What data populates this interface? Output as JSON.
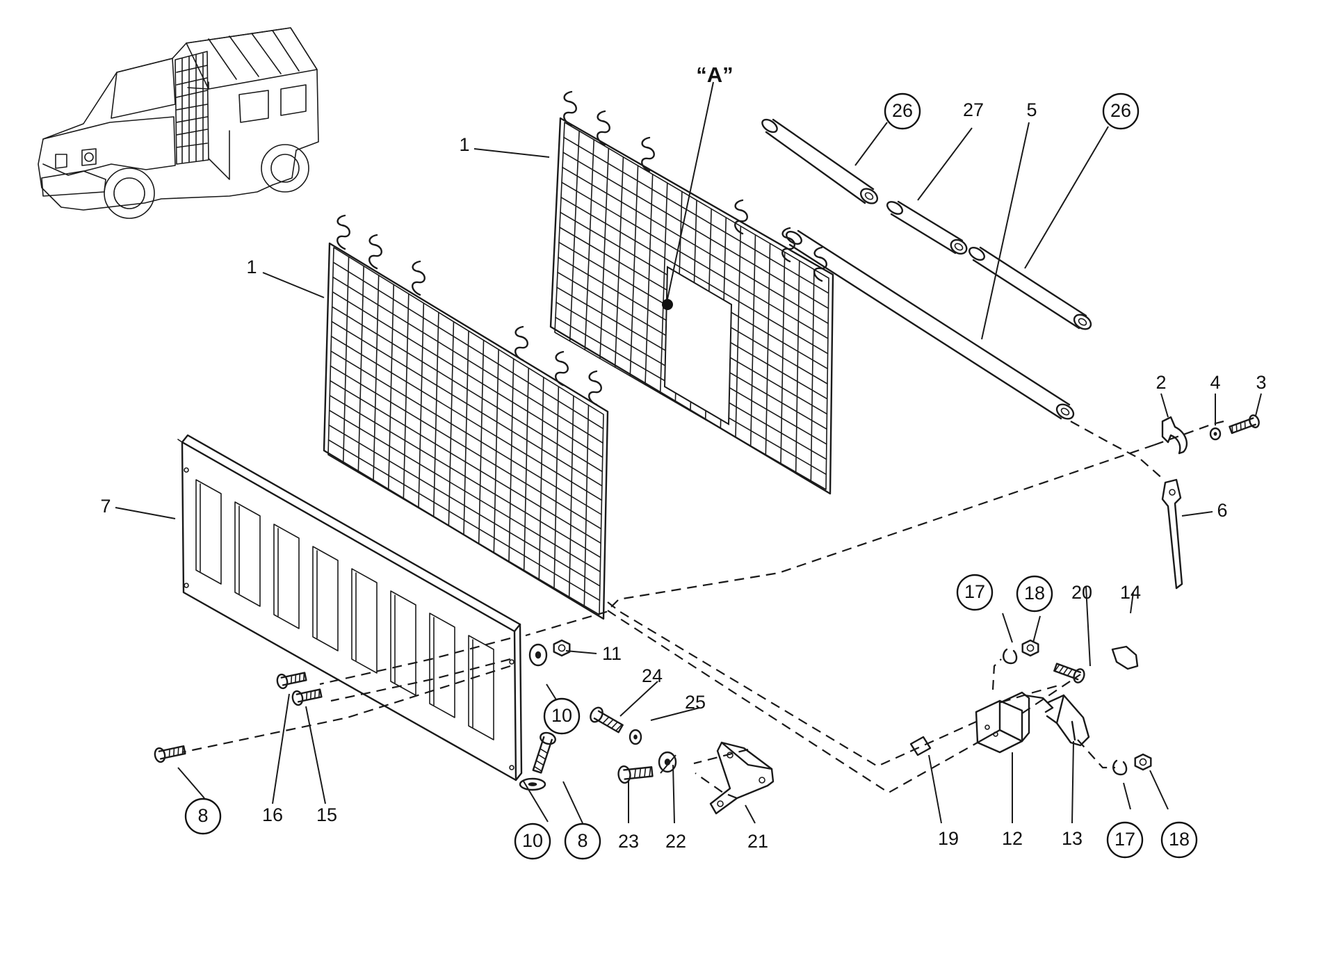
{
  "diagram": {
    "section_marker": "“A”",
    "callouts": [
      {
        "id": "c1a",
        "label": "1",
        "circled": false
      },
      {
        "id": "c1b",
        "label": "1",
        "circled": false
      },
      {
        "id": "c2",
        "label": "2",
        "circled": false
      },
      {
        "id": "c3",
        "label": "3",
        "circled": false
      },
      {
        "id": "c4",
        "label": "4",
        "circled": false
      },
      {
        "id": "c5",
        "label": "5",
        "circled": false
      },
      {
        "id": "c6",
        "label": "6",
        "circled": false
      },
      {
        "id": "c7",
        "label": "7",
        "circled": false
      },
      {
        "id": "c8a",
        "label": "8",
        "circled": true
      },
      {
        "id": "c8b",
        "label": "8",
        "circled": true
      },
      {
        "id": "c10a",
        "label": "10",
        "circled": true
      },
      {
        "id": "c10b",
        "label": "10",
        "circled": true
      },
      {
        "id": "c11",
        "label": "11",
        "circled": false
      },
      {
        "id": "c12",
        "label": "12",
        "circled": false
      },
      {
        "id": "c13",
        "label": "13",
        "circled": false
      },
      {
        "id": "c14",
        "label": "14",
        "circled": false
      },
      {
        "id": "c15",
        "label": "15",
        "circled": false
      },
      {
        "id": "c16",
        "label": "16",
        "circled": false
      },
      {
        "id": "c17a",
        "label": "17",
        "circled": true
      },
      {
        "id": "c17b",
        "label": "17",
        "circled": true
      },
      {
        "id": "c18a",
        "label": "18",
        "circled": true
      },
      {
        "id": "c18b",
        "label": "18",
        "circled": true
      },
      {
        "id": "c19",
        "label": "19",
        "circled": false
      },
      {
        "id": "c20",
        "label": "20",
        "circled": false
      },
      {
        "id": "c21",
        "label": "21",
        "circled": false
      },
      {
        "id": "c22",
        "label": "22",
        "circled": false
      },
      {
        "id": "c23",
        "label": "23",
        "circled": false
      },
      {
        "id": "c24",
        "label": "24",
        "circled": false
      },
      {
        "id": "c25",
        "label": "25",
        "circled": false
      },
      {
        "id": "c26a",
        "label": "26",
        "circled": true
      },
      {
        "id": "c26b",
        "label": "26",
        "circled": true
      },
      {
        "id": "c27",
        "label": "27",
        "circled": false
      }
    ],
    "colors": {
      "ink": "#1a1a1a",
      "background": "#ffffff"
    }
  }
}
